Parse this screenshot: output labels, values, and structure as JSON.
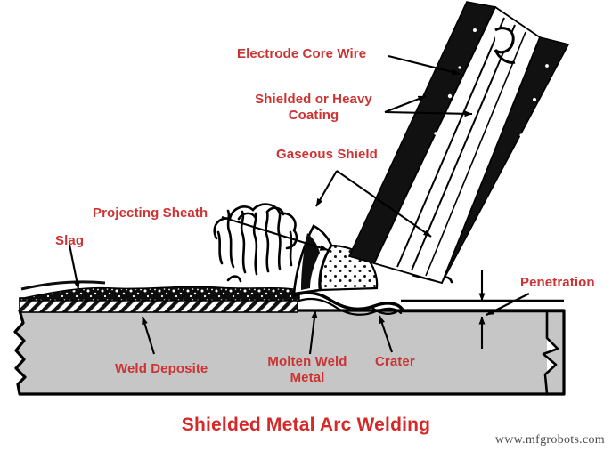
{
  "figure": {
    "title": "Shielded Metal Arc Welding",
    "watermark": "www.mfgrobots.com",
    "colors": {
      "label_red": "#CC3333",
      "title_red": "#D62828",
      "base_metal_gray": "#C6C6C6",
      "slag_black": "#101010",
      "line_black": "#000000",
      "background_white": "#FFFFFF"
    }
  },
  "labels": {
    "electrode_core_wire": "Electrode Core Wire",
    "shielded_or_heavy_coating": "Shielded or Heavy\nCoating",
    "gaseous_shield": "Gaseous Shield",
    "projecting_sheath": "Projecting Sheath",
    "slag": "Slag",
    "penetration": "Penetration",
    "weld_deposite": "Weld Deposite",
    "molten_weld_metal": "Molten Weld\nMetal",
    "crater": "Crater"
  },
  "parts": [
    {
      "id": "electrode-core-wire",
      "name": "Electrode Core Wire"
    },
    {
      "id": "shielded-or-heavy-coating",
      "name": "Shielded or Heavy Coating"
    },
    {
      "id": "gaseous-shield",
      "name": "Gaseous Shield"
    },
    {
      "id": "projecting-sheath",
      "name": "Projecting Sheath"
    },
    {
      "id": "slag",
      "name": "Slag"
    },
    {
      "id": "penetration",
      "name": "Penetration"
    },
    {
      "id": "weld-deposite",
      "name": "Weld Deposite"
    },
    {
      "id": "molten-weld-metal",
      "name": "Molten Weld Metal"
    },
    {
      "id": "crater",
      "name": "Crater"
    }
  ]
}
